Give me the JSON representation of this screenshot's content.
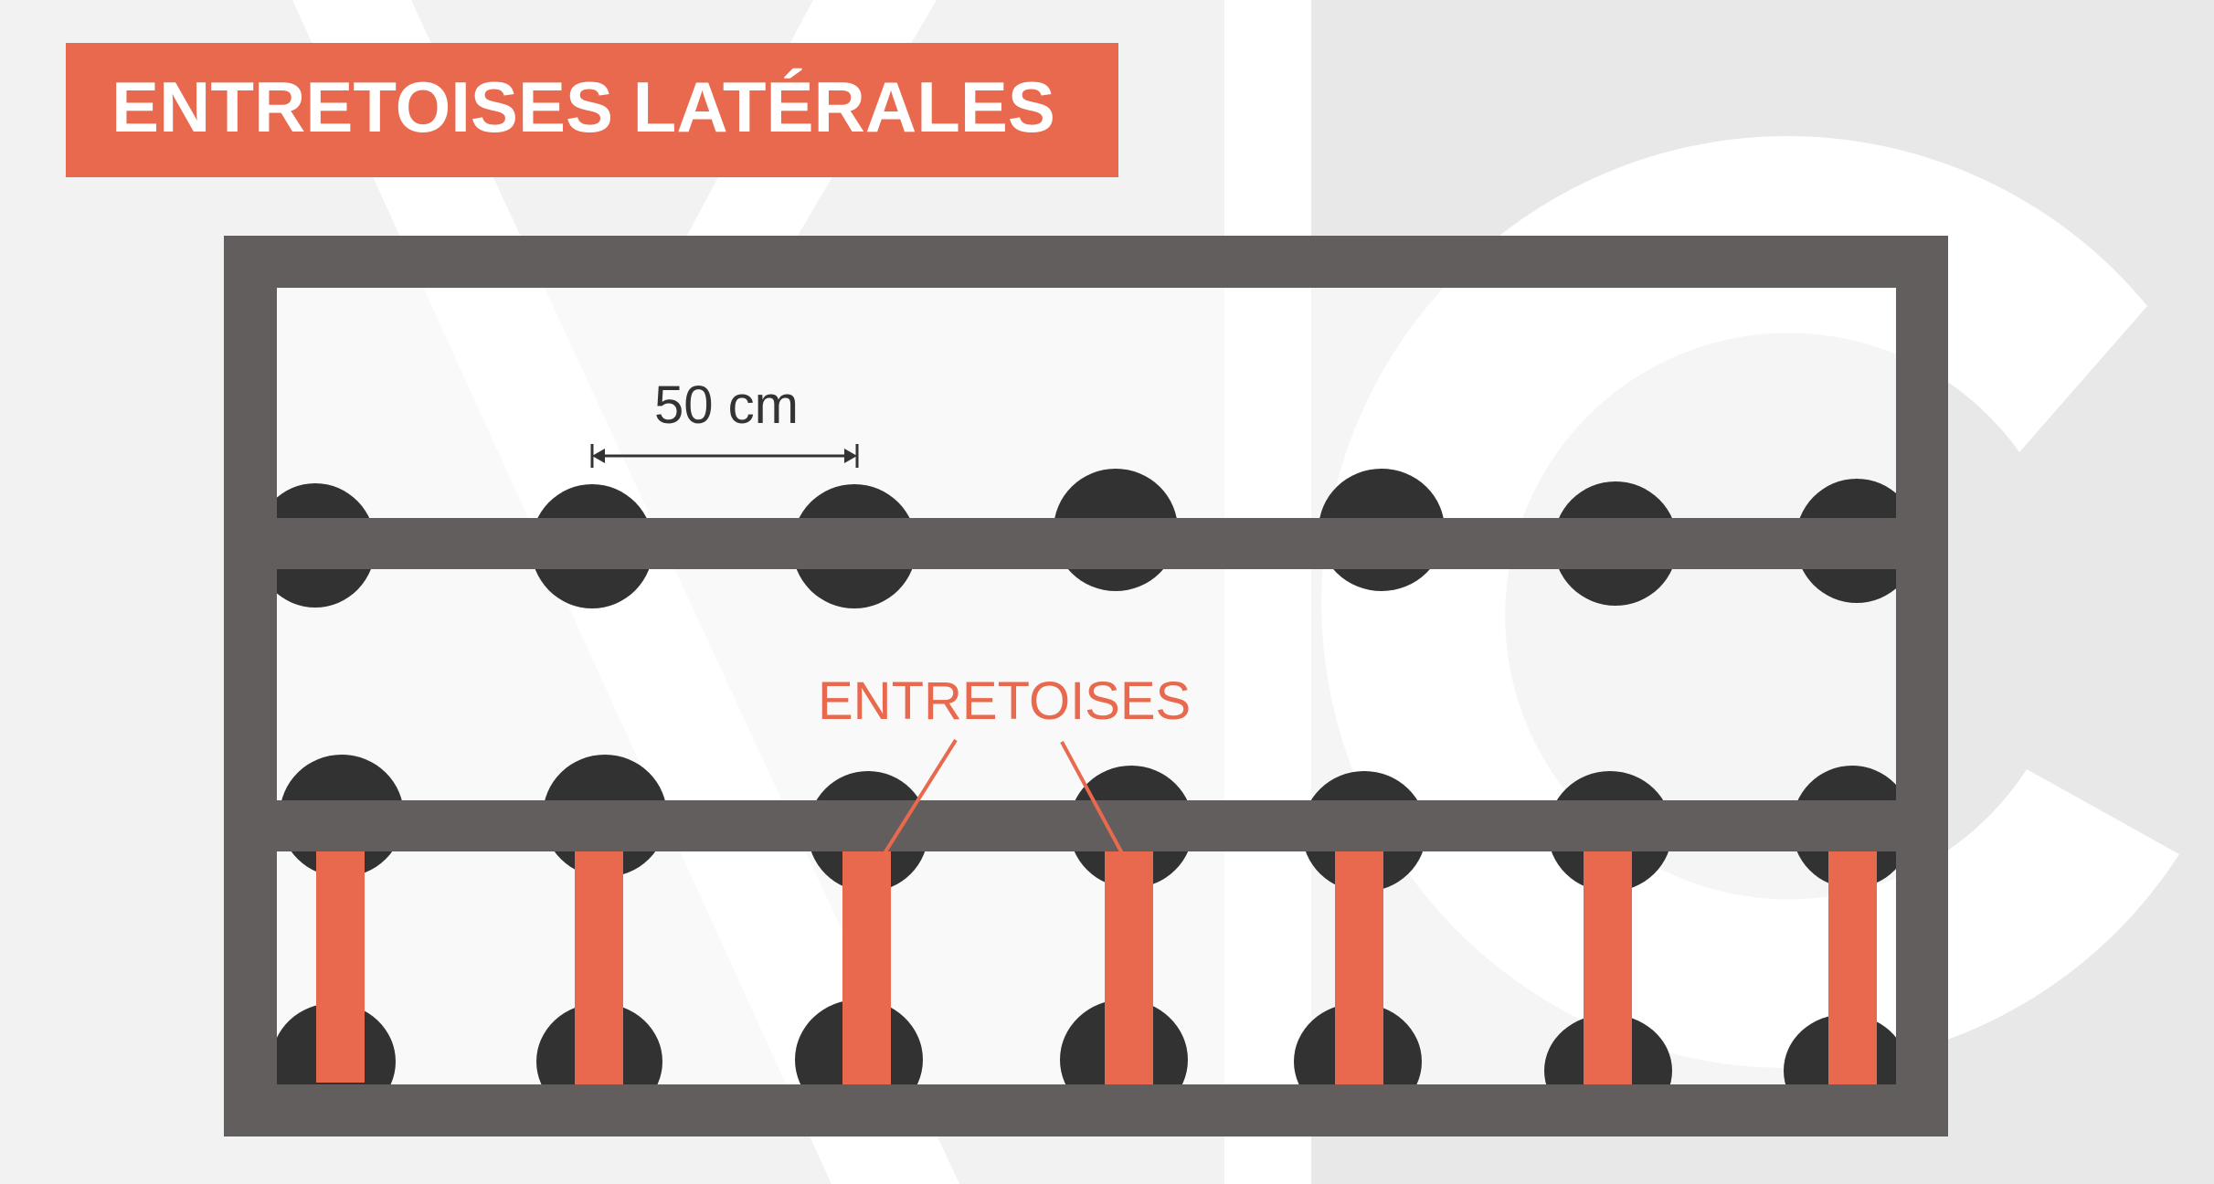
{
  "title": "ENTRETOISES LATÉRALES",
  "dimension_label": "50 cm",
  "callout_label": "ENTRETOISES",
  "colors": {
    "accent": "#e8694e",
    "frame": "#625e5d",
    "log": "#323232",
    "watermark_light": "#f2f2f3",
    "watermark_dark": "#e8e8e8"
  }
}
